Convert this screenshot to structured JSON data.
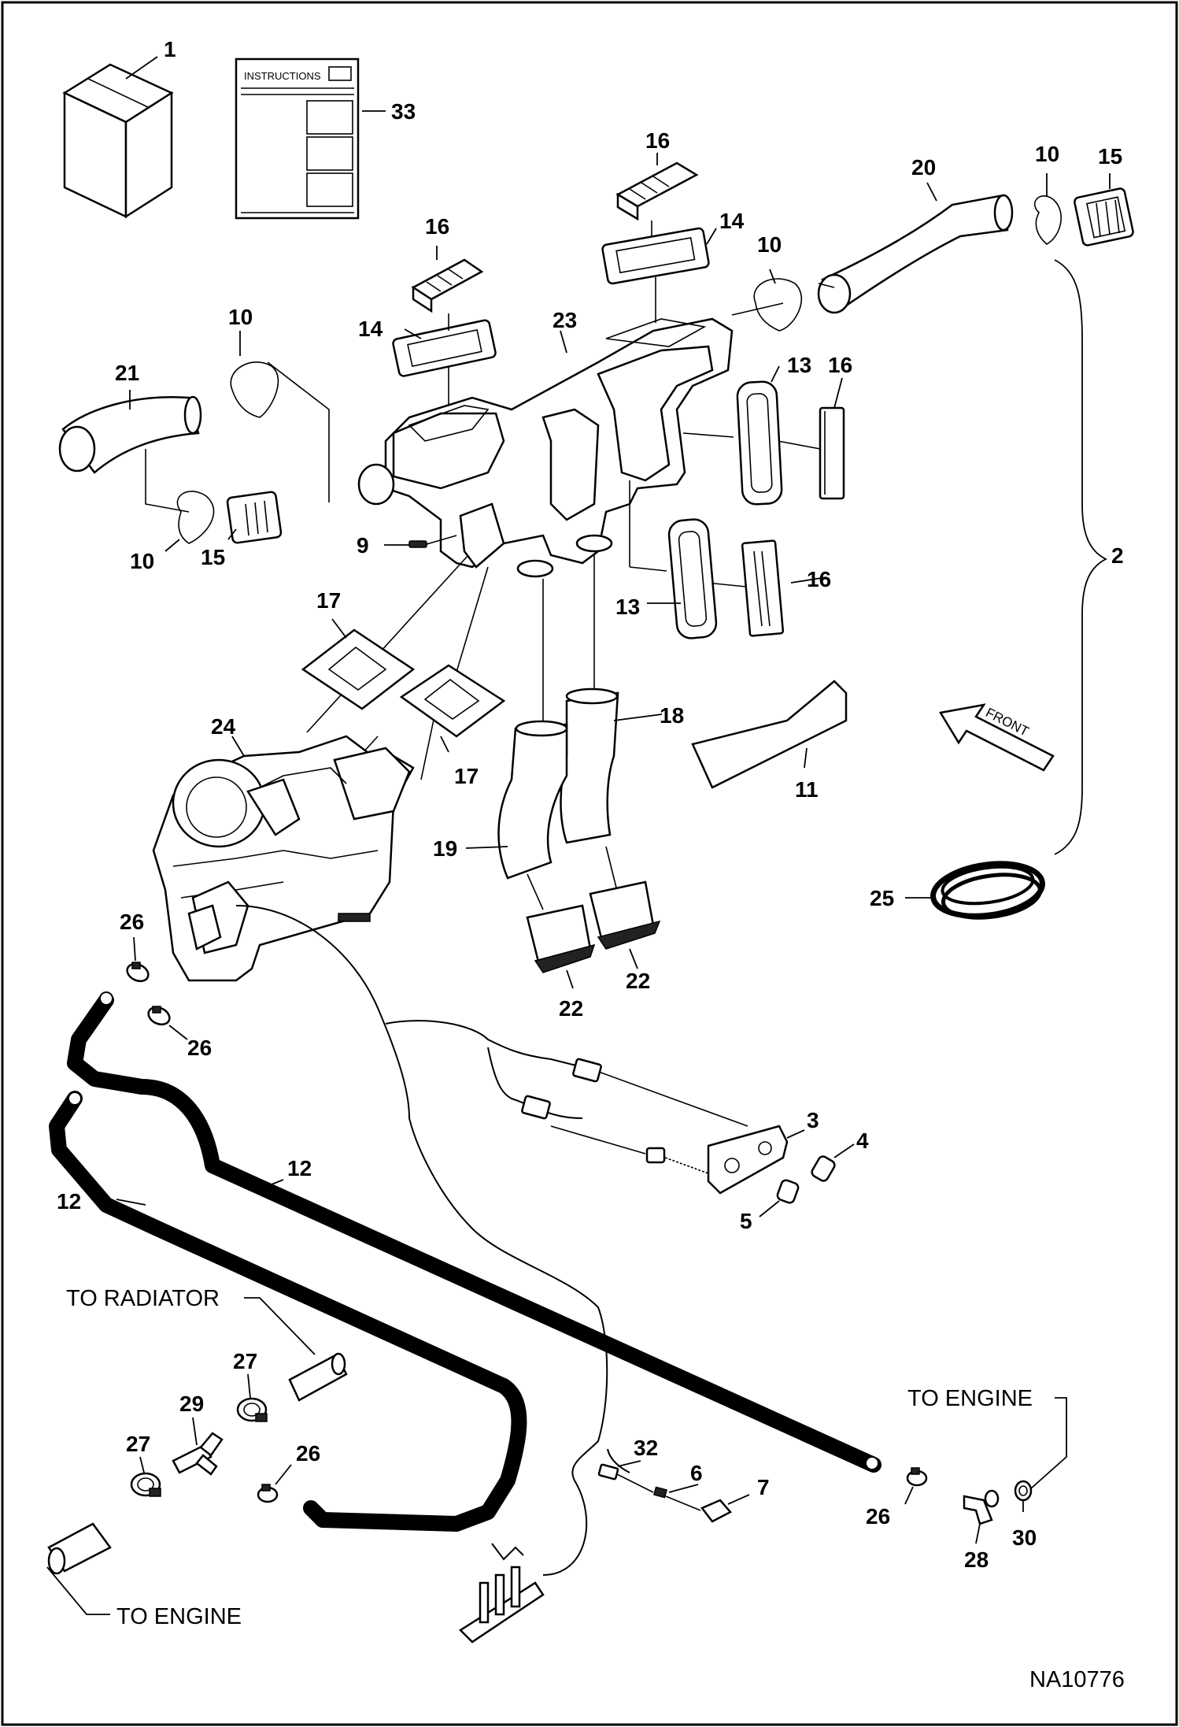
{
  "callouts": {
    "c1": "1",
    "c2": "2",
    "c3": "3",
    "c4": "4",
    "c5": "5",
    "c6": "6",
    "c7": "7",
    "c9": "9",
    "c10a": "10",
    "c10b": "10",
    "c10c": "10",
    "c10d": "10",
    "c11": "11",
    "c12a": "12",
    "c12b": "12",
    "c13a": "13",
    "c13b": "13",
    "c14a": "14",
    "c14b": "14",
    "c15a": "15",
    "c15b": "15",
    "c16a": "16",
    "c16b": "16",
    "c16c": "16",
    "c16d": "16",
    "c17a": "17",
    "c17b": "17",
    "c18": "18",
    "c19": "19",
    "c20": "20",
    "c21": "21",
    "c22a": "22",
    "c22b": "22",
    "c23": "23",
    "c24": "24",
    "c25": "25",
    "c26a": "26",
    "c26b": "26",
    "c26c": "26",
    "c26d": "26",
    "c27a": "27",
    "c27b": "27",
    "c28": "28",
    "c29": "29",
    "c30": "30",
    "c32": "32",
    "c33": "33"
  },
  "labels": {
    "instructions": "INSTRUCTIONS",
    "front": "FRONT",
    "to_radiator": "TO RADIATOR",
    "to_engine_right": "TO ENGINE",
    "to_engine_left": "TO ENGINE",
    "drawing_number": "NA10776"
  }
}
